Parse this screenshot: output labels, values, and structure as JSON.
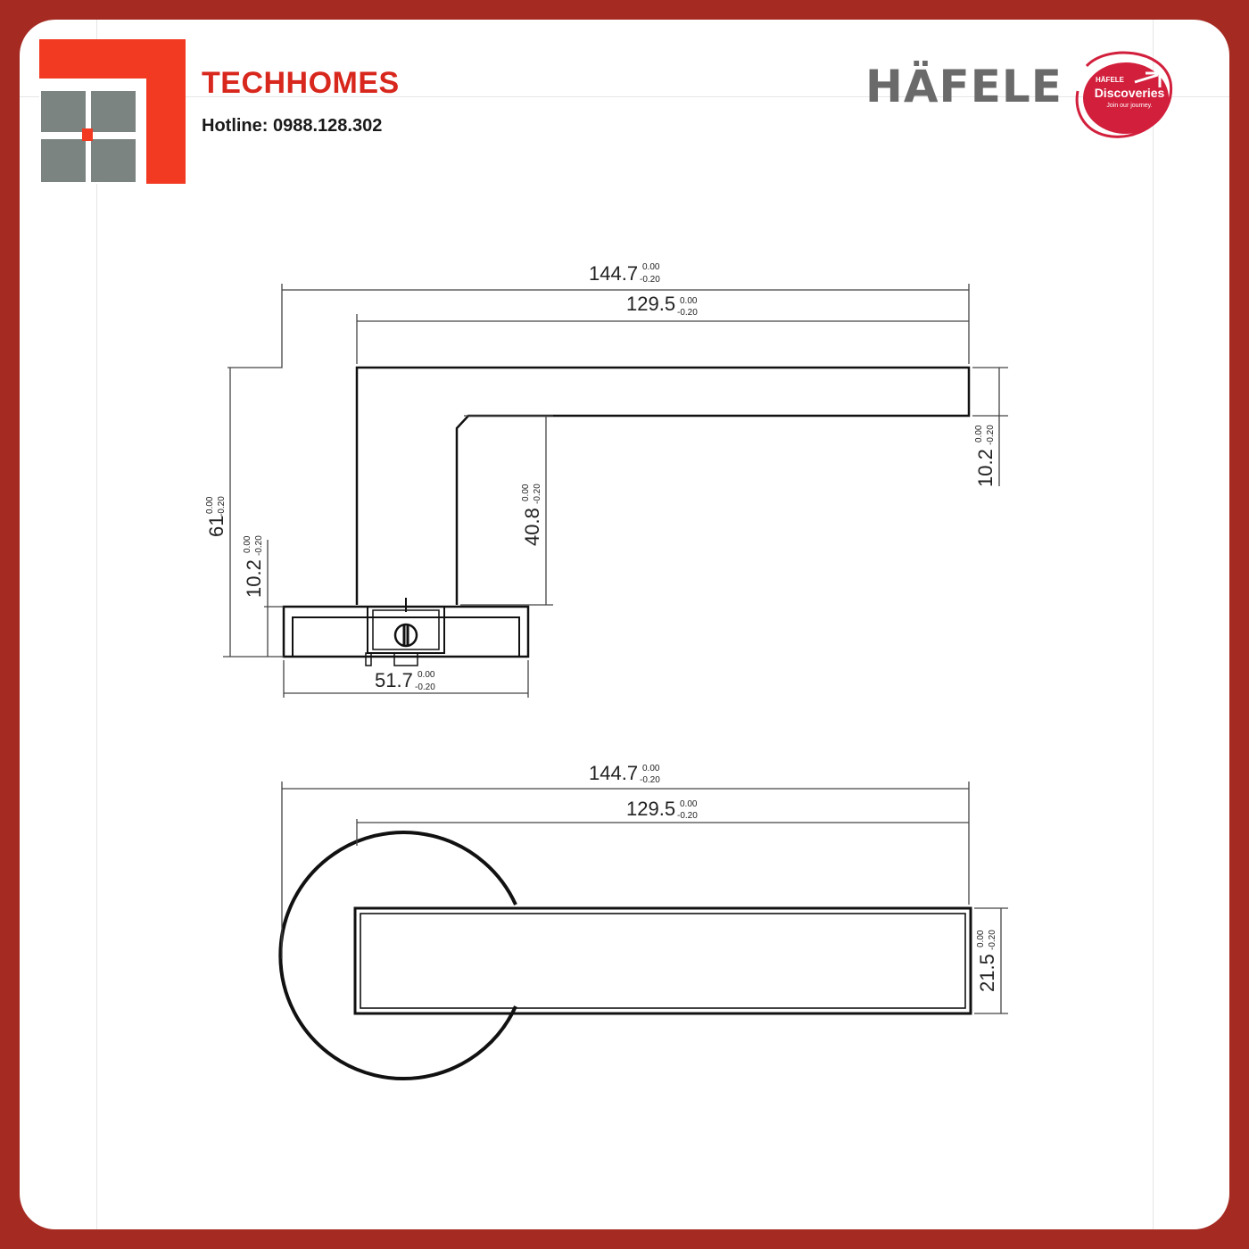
{
  "header": {
    "brand_name": "TECHHOMES",
    "hotline": "Hotline: 0988.128.302",
    "partner_logo_word": "HÄFELE",
    "partner_badge_top": "HÄFELE",
    "partner_badge_main": "Discoveries",
    "partner_badge_tagline": "Join our journey."
  },
  "colors": {
    "frame": "#a52a22",
    "brand_red": "#d8271c",
    "logo_grey": "#7b8480",
    "partner_red": "#d21f3c",
    "partner_grey": "#6a6a6a"
  },
  "dimensions": {
    "side_view": {
      "overall_length": {
        "value": "144.7",
        "tol_upper": "0.00",
        "tol_lower": "-0.20"
      },
      "lever_length": {
        "value": "129.5",
        "tol_upper": "0.00",
        "tol_lower": "-0.20"
      },
      "lever_thickness": {
        "value": "10.2",
        "tol_upper": "0.00",
        "tol_lower": "-0.20"
      },
      "total_height": {
        "value": "61",
        "tol_upper": "0.00",
        "tol_lower": "-0.20"
      },
      "neck_height": {
        "value": "40.8",
        "tol_upper": "0.00",
        "tol_lower": "-0.20"
      },
      "rose_height": {
        "value": "10.2",
        "tol_upper": "0.00",
        "tol_lower": "-0.20"
      },
      "rose_diameter": {
        "value": "51.7",
        "tol_upper": "0.00",
        "tol_lower": "-0.20"
      }
    },
    "top_view": {
      "overall_length": {
        "value": "144.7",
        "tol_upper": "0.00",
        "tol_lower": "-0.20"
      },
      "lever_length": {
        "value": "129.5",
        "tol_upper": "0.00",
        "tol_lower": "-0.20"
      },
      "lever_width": {
        "value": "21.5",
        "tol_upper": "0.00",
        "tol_lower": "-0.20"
      }
    }
  }
}
